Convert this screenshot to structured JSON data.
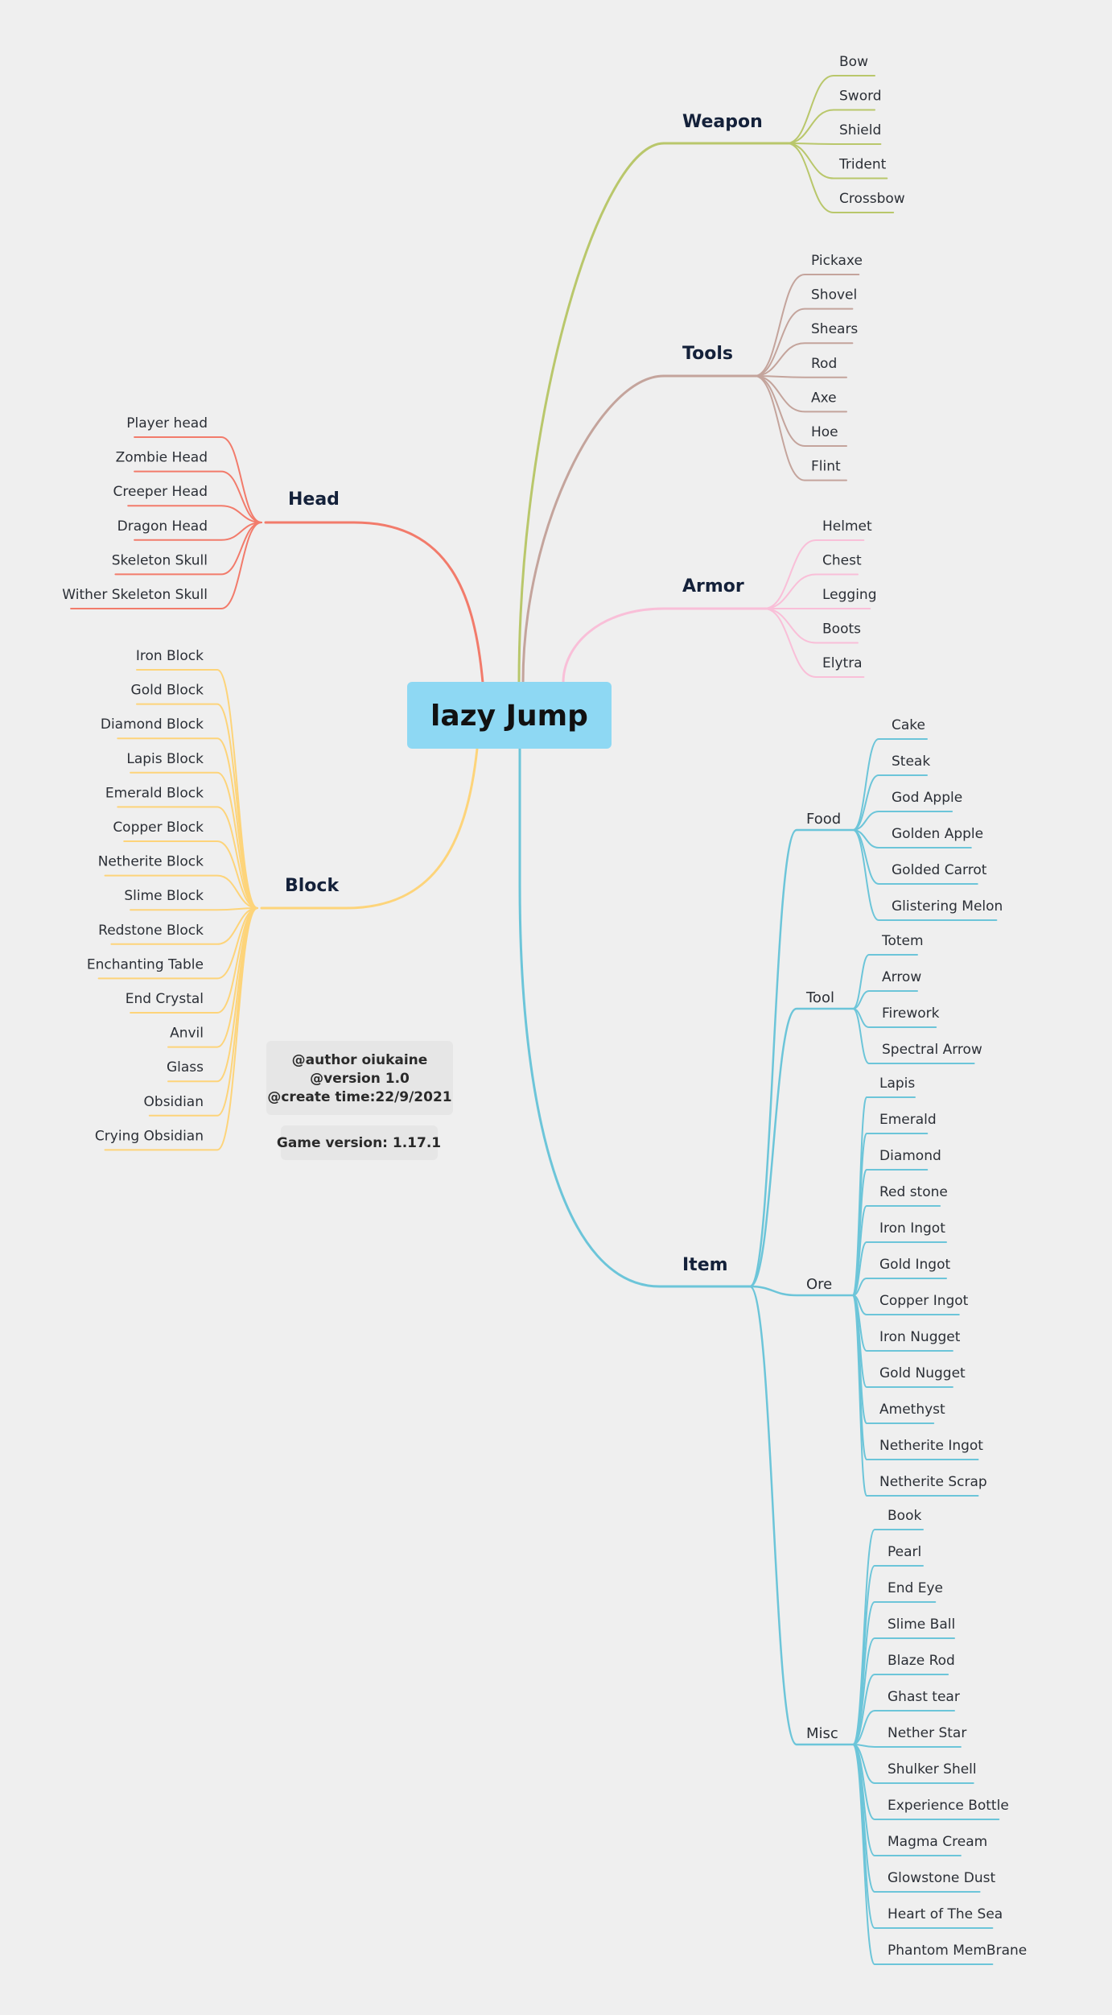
{
  "root": {
    "label": "lazy Jump",
    "color": "#8ed8f3"
  },
  "info": {
    "lines": [
      "@author oiukaine",
      "@version 1.0",
      "@create time:22/9/2021"
    ],
    "game_version": "Game version: 1.17.1"
  },
  "branches": {
    "weapon": {
      "label": "Weapon",
      "color": "#b9c76b",
      "items": [
        "Bow",
        "Sword",
        "Shield",
        "Trident",
        "Crossbow"
      ]
    },
    "tools": {
      "label": "Tools",
      "color": "#c4a49c",
      "items": [
        "Pickaxe",
        "Shovel",
        "Shears",
        "Rod",
        "Axe",
        "Hoe",
        "Flint"
      ]
    },
    "armor": {
      "label": "Armor",
      "color": "#f9bfd8",
      "items": [
        "Helmet",
        "Chest",
        "Legging",
        "Boots",
        "Elytra"
      ]
    },
    "head": {
      "label": "Head",
      "color": "#f27b6b",
      "items": [
        "Player head",
        "Zombie Head",
        "Creeper Head",
        "Dragon Head",
        "Skeleton Skull",
        "Wither Skeleton Skull"
      ]
    },
    "block": {
      "label": "Block",
      "color": "#fdd47a",
      "items": [
        "Iron Block",
        "Gold Block",
        "Diamond Block",
        "Lapis Block",
        "Emerald Block",
        "Copper Block",
        "Netherite Block",
        "Slime Block",
        "Redstone Block",
        "Enchanting Table",
        "End Crystal",
        "Anvil",
        "Glass",
        "Obsidian",
        "Crying Obsidian"
      ]
    },
    "item": {
      "label": "Item",
      "color": "#6cc5d9",
      "subs": [
        {
          "label": "Food",
          "items": [
            "Cake",
            "Steak",
            "God Apple",
            "Golden Apple",
            "Golded Carrot",
            "Glistering Melon"
          ]
        },
        {
          "label": "Tool",
          "items": [
            "Totem",
            "Arrow",
            "Firework",
            "Spectral Arrow"
          ]
        },
        {
          "label": "Ore",
          "items": [
            "Lapis",
            "Emerald",
            "Diamond",
            "Red stone",
            "Iron Ingot",
            "Gold Ingot",
            "Copper Ingot",
            "Iron Nugget",
            "Gold Nugget",
            "Amethyst",
            "Netherite Ingot",
            "Netherite Scrap"
          ]
        },
        {
          "label": "Misc",
          "items": [
            "Book",
            "Pearl",
            "End Eye",
            "Slime Ball",
            "Blaze Rod",
            "Ghast tear",
            "Nether Star",
            "Shulker Shell",
            "Experience Bottle",
            "Magma Cream",
            "Glowstone Dust",
            "Heart of The Sea",
            "Phantom MemBrane"
          ]
        }
      ]
    }
  }
}
